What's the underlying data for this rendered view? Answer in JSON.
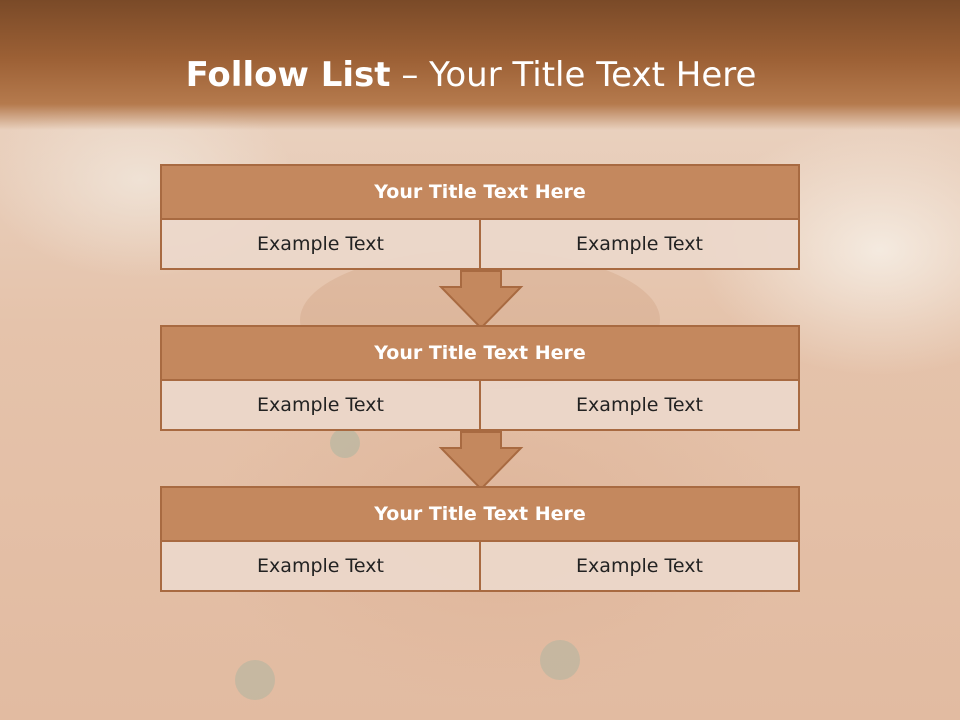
{
  "slide": {
    "title_bold": "Follow List",
    "title_rest": " – Your Title Text Here"
  },
  "blocks": [
    {
      "title": "Your Title Text Here",
      "left": "Example Text",
      "right": "Example Text"
    },
    {
      "title": "Your Title Text Here",
      "left": "Example Text",
      "right": "Example Text"
    },
    {
      "title": "Your Title Text Here",
      "left": "Example Text",
      "right": "Example Text"
    }
  ],
  "colors": {
    "header": "#9c6035",
    "block_title_fill": "#c4885e",
    "block_border": "#a86a41",
    "cell_fill": "#ebd8cb"
  }
}
